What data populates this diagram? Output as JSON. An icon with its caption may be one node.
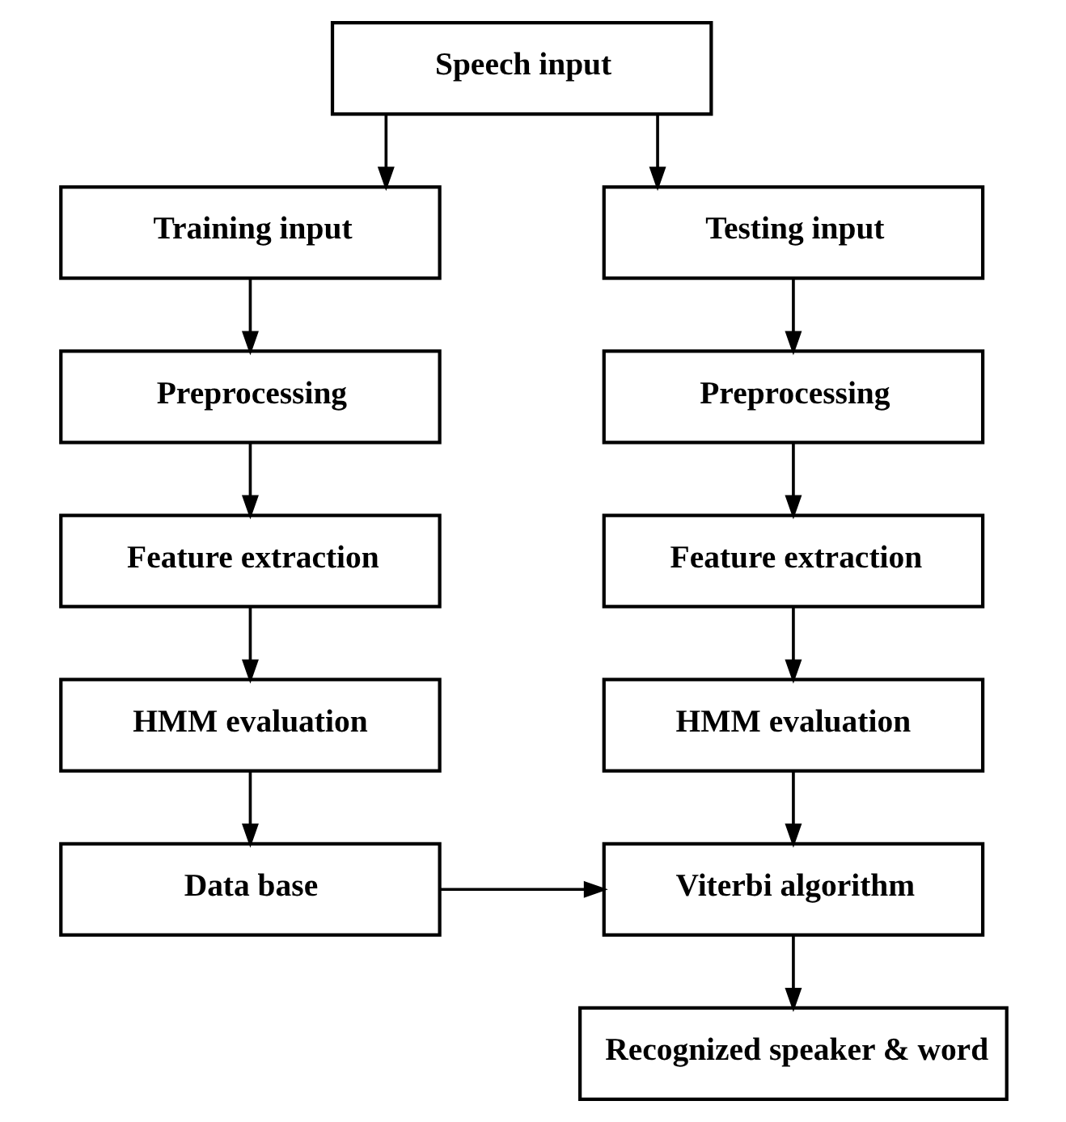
{
  "diagram": {
    "nodes": [
      {
        "text": [
          "Speech input"
        ]
      },
      {
        "text": [
          "Training input"
        ]
      },
      {
        "text": [
          "Testing input"
        ]
      },
      {
        "text": [
          "Preprocessing"
        ]
      },
      {
        "text": [
          "Preprocessing"
        ]
      },
      {
        "text": [
          "Feature extraction"
        ]
      },
      {
        "text": [
          "Feature extraction"
        ]
      },
      {
        "text": [
          "HMM evaluation"
        ]
      },
      {
        "text": [
          "HMM evaluation"
        ]
      },
      {
        "text": [
          "Data base"
        ]
      },
      {
        "text": [
          "Viterbi algorithm"
        ]
      },
      {
        "text": [
          "Recognized speaker & word"
        ]
      }
    ],
    "edges": [
      {
        "from": 0,
        "to": 1,
        "arrow": "to"
      },
      {
        "from": 0,
        "to": 2,
        "arrow": "to"
      },
      {
        "from": 1,
        "to": 3,
        "arrow": "to"
      },
      {
        "from": 3,
        "to": 5,
        "arrow": "to"
      },
      {
        "from": 5,
        "to": 7,
        "arrow": "to"
      },
      {
        "from": 7,
        "to": 9,
        "arrow": "to"
      },
      {
        "from": 2,
        "to": 4,
        "arrow": "to"
      },
      {
        "from": 4,
        "to": 6,
        "arrow": "to"
      },
      {
        "from": 6,
        "to": 8,
        "arrow": "to"
      },
      {
        "from": 8,
        "to": 10,
        "arrow": "to"
      },
      {
        "from": 9,
        "to": 10,
        "arrow": "to"
      },
      {
        "from": 10,
        "to": 11,
        "arrow": "to"
      }
    ]
  }
}
